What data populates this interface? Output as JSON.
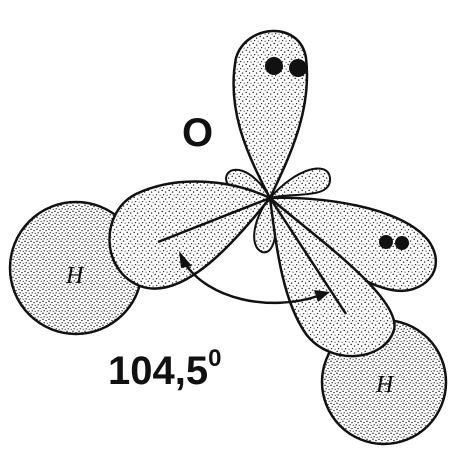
{
  "atoms": {
    "oxygen": "O",
    "hydrogen_left": "H",
    "hydrogen_right": "H"
  },
  "bond_angle": {
    "value": "104,5",
    "superscript": "0"
  },
  "lone_pair_count": 2,
  "colors": {
    "ink": "#111111",
    "paper": "#ffffff"
  }
}
